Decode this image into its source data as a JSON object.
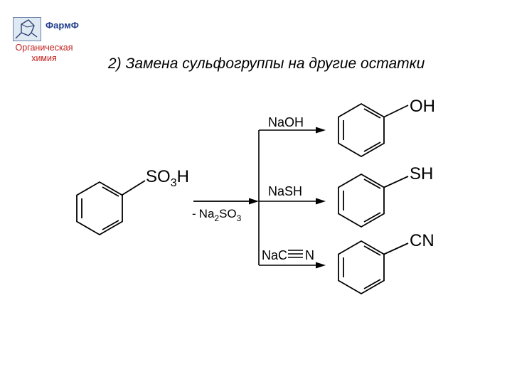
{
  "header": {
    "brand": "ФармФ",
    "subject_line1": "Органическая",
    "subject_line2": "химия"
  },
  "title": "2) Замена сульфогруппы на другие остатки",
  "scheme": {
    "reactant_group": {
      "main": "SO",
      "sub": "3",
      "tail": "H"
    },
    "byproduct": {
      "minus": "-",
      "a": "Na",
      "a_sub": "2",
      "b": "SO",
      "b_sub": "3"
    },
    "branches": [
      {
        "reagent": "NaOH",
        "product_group": "OH"
      },
      {
        "reagent": "NaSH",
        "product_group": "SH"
      },
      {
        "reagent_a": "NaC",
        "reagent_b": "N",
        "product_group": "CN"
      }
    ]
  },
  "colors": {
    "brand": "#1f3c8c",
    "subject": "#c0201d",
    "logo_bg": "#dfe9f4"
  }
}
